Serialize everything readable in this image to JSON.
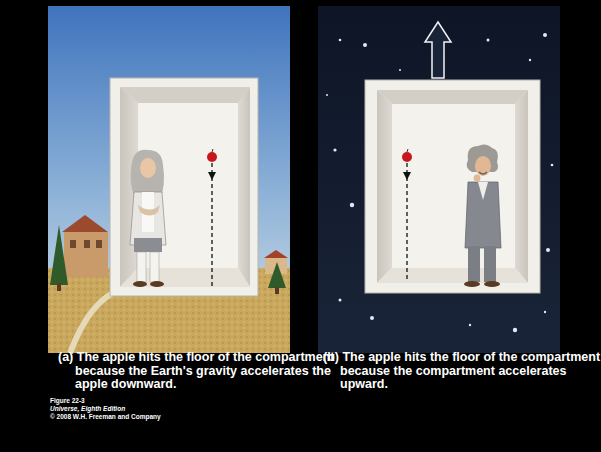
{
  "diagram": {
    "nodes": [
      {
        "text": [
          "(a) The apple hits the floor of the compartment because the Earth's gravity accelerates the apple downward."
        ]
      },
      {
        "text": [
          "(b) The apple hits the floor of the compartment because the compartment accelerates upward."
        ]
      }
    ],
    "labels": [
      "Figure 22-3",
      "Universe, Eighth Edition",
      "© 2008 W.H. Freeman and Company"
    ]
  }
}
